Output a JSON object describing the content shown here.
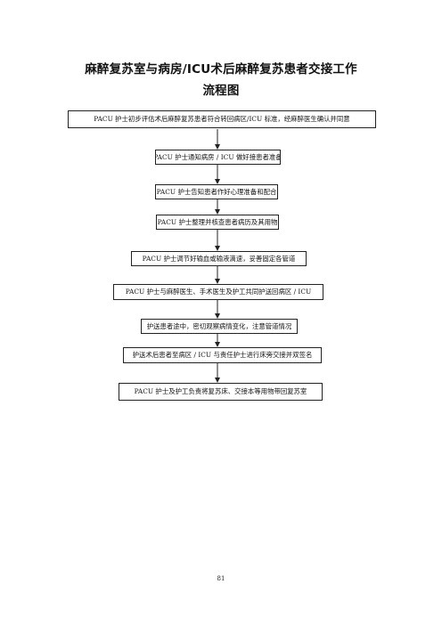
{
  "title": {
    "line1": "麻醉复苏室与病房/ICU术后麻醉复苏患者交接工作",
    "line2": "流程图"
  },
  "flow_steps": [
    "PACU 护士初步评估术后麻醉复苏患者符合转回病区/ICU 标准，经麻醉医生确认并同意",
    "PACU 护士通知病房 / ICU 做好接患者准备",
    "PACU 护士告知患者作好心理准备和配合",
    "PACU 护士整理并核查患者病历及其用物",
    "PACU 护士调节好输血或输液滴速，妥善固定各管道",
    "PACU 护士与麻醉医生、手术医生及护工共同护送回病区 / ICU",
    "护送患者途中，密切观察病情变化，注意管道情况",
    "护送术后患者至病区 / ICU 与责任护士进行床旁交接并双签名",
    "PACU 护士及护工负责将复苏床、交接本等用物带回复苏室"
  ],
  "page_number": "81"
}
